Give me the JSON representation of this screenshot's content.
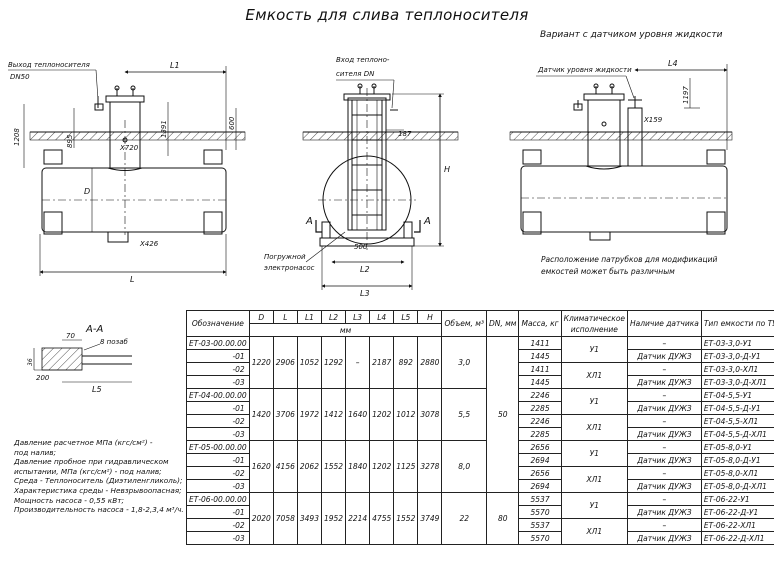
{
  "title": "Емкость для слива теплоносителя",
  "variant_title": "Вариант с датчиком уровня жидкости",
  "drawing_labels": {
    "outlet": "Выход теплоносителя",
    "outlet_dn": "DN50",
    "inlet": "Вход теплоно-",
    "inlet2": "сителя DN",
    "sensor": "Датчик уровня жидкости",
    "pump_line1": "Погружной",
    "pump_line2": "электронасос",
    "L": "L",
    "L1": "L1",
    "L2": "L2",
    "L3": "L3",
    "L4": "L4",
    "D": "D",
    "H": "H",
    "d1208": "1208",
    "d895": "895",
    "d1391": "1391",
    "d600": "600",
    "d1197": "1197",
    "d187": "187",
    "d500": "500",
    "x720": "Х720",
    "x426": "Х426",
    "x159": "Х159",
    "A1": "А",
    "A2": "А"
  },
  "note_lines": [
    "Расположение патрубков для модификаций",
    "емкостей может быть различным"
  ],
  "section": {
    "title": "А-А",
    "d70": "70",
    "d8": "8 позаб",
    "d200": "200",
    "d36": "36",
    "L5": "L5"
  },
  "params": [
    "Давление расчетное МПа (кгс/см²) -",
    "                              под налив;",
    "Давление пробное при гидравлическом",
    "испытании, МПа (кгс/см²) - под налив;",
    "Среда -   Теплоноситель (Диэтиленгликоль);",
    "Характеристика среды  -  Невзрывоопасная;",
    "Мощность насоса - 0,55 кВт;",
    "Производительность насоса - 1,8-2,3,4 м³/ч."
  ],
  "table": {
    "headers": {
      "designation": "Обозначение",
      "D": "D",
      "L": "L",
      "L1": "L1",
      "L2": "L2",
      "L3": "L3",
      "L4": "L4",
      "L5": "L5",
      "H": "H",
      "mm": "мм",
      "volume": "Объем, м³",
      "dn": "DN, мм",
      "mass": "Масса, кг",
      "climate1": "Климатическое",
      "climate2": "исполнение",
      "sensor": "Наличие датчика",
      "type": "Тип емкости по ТУ"
    },
    "groups": [
      {
        "D": "1220",
        "L": "2906",
        "L1": "1052",
        "L2": "1292",
        "L3": "–",
        "L4": "2187",
        "L5": "892",
        "H": "2880",
        "volume": "3,0",
        "rows": [
          {
            "des": "ЕТ-03-00.00.00",
            "mass": "1411",
            "sensor": "–",
            "type": "ЕТ-03-3,0-У1"
          },
          {
            "des": "-01",
            "mass": "1445",
            "sensor": "Датчик ДУЖЗ",
            "type": "ЕТ-03-3,0-Д-У1"
          },
          {
            "des": "-02",
            "mass": "1411",
            "sensor": "–",
            "type": "ЕТ-03-3,0-ХЛ1"
          },
          {
            "des": "-03",
            "mass": "1445",
            "sensor": "Датчик ДУЖЗ",
            "type": "ЕТ-03-3,0-Д-ХЛ1"
          }
        ]
      },
      {
        "D": "1420",
        "L": "3706",
        "L1": "1972",
        "L2": "1412",
        "L3": "1640",
        "L4": "1202",
        "L5": "1012",
        "H": "3078",
        "volume": "5,5",
        "rows": [
          {
            "des": "ЕТ-04-00.00.00",
            "mass": "2246",
            "sensor": "–",
            "type": "ЕТ-04-5,5-У1"
          },
          {
            "des": "-01",
            "mass": "2285",
            "sensor": "Датчик ДУЖЗ",
            "type": "ЕТ-04-5,5-Д-У1"
          },
          {
            "des": "-02",
            "mass": "2246",
            "sensor": "–",
            "type": "ЕТ-04-5,5-ХЛ1"
          },
          {
            "des": "-03",
            "mass": "2285",
            "sensor": "Датчик ДУЖЗ",
            "type": "ЕТ-04-5,5-Д-ХЛ1"
          }
        ]
      },
      {
        "D": "1620",
        "L": "4156",
        "L1": "2062",
        "L2": "1552",
        "L3": "1840",
        "L4": "1202",
        "L5": "1125",
        "H": "3278",
        "volume": "8,0",
        "rows": [
          {
            "des": "ЕТ-05-00.00.00",
            "mass": "2656",
            "sensor": "–",
            "type": "ЕТ-05-8,0-У1"
          },
          {
            "des": "-01",
            "mass": "2694",
            "sensor": "Датчик ДУЖЗ",
            "type": "ЕТ-05-8,0-Д-У1"
          },
          {
            "des": "-02",
            "mass": "2656",
            "sensor": "–",
            "type": "ЕТ-05-8,0-ХЛ1"
          },
          {
            "des": "-03",
            "mass": "2694",
            "sensor": "Датчик ДУЖЗ",
            "type": "ЕТ-05-8,0-Д-ХЛ1"
          }
        ]
      },
      {
        "D": "2020",
        "L": "7058",
        "L1": "3493",
        "L2": "1952",
        "L3": "2214",
        "L4": "4755",
        "L5": "1552",
        "H": "3749",
        "volume": "22",
        "rows": [
          {
            "des": "ЕТ-06-00.00.00",
            "mass": "5537",
            "sensor": "–",
            "type": "ЕТ-06-22-У1"
          },
          {
            "des": "-01",
            "mass": "5570",
            "sensor": "Датчик ДУЖЗ",
            "type": "ЕТ-06-22-Д-У1"
          },
          {
            "des": "-02",
            "mass": "5537",
            "sensor": "–",
            "type": "ЕТ-06-22-ХЛ1"
          },
          {
            "des": "-03",
            "mass": "5570",
            "sensor": "Датчик ДУЖЗ",
            "type": "ЕТ-06-22-Д-ХЛ1"
          }
        ]
      }
    ],
    "dn_values": [
      "50",
      "80"
    ],
    "climate_values": [
      "У1",
      "ХЛ1"
    ]
  }
}
